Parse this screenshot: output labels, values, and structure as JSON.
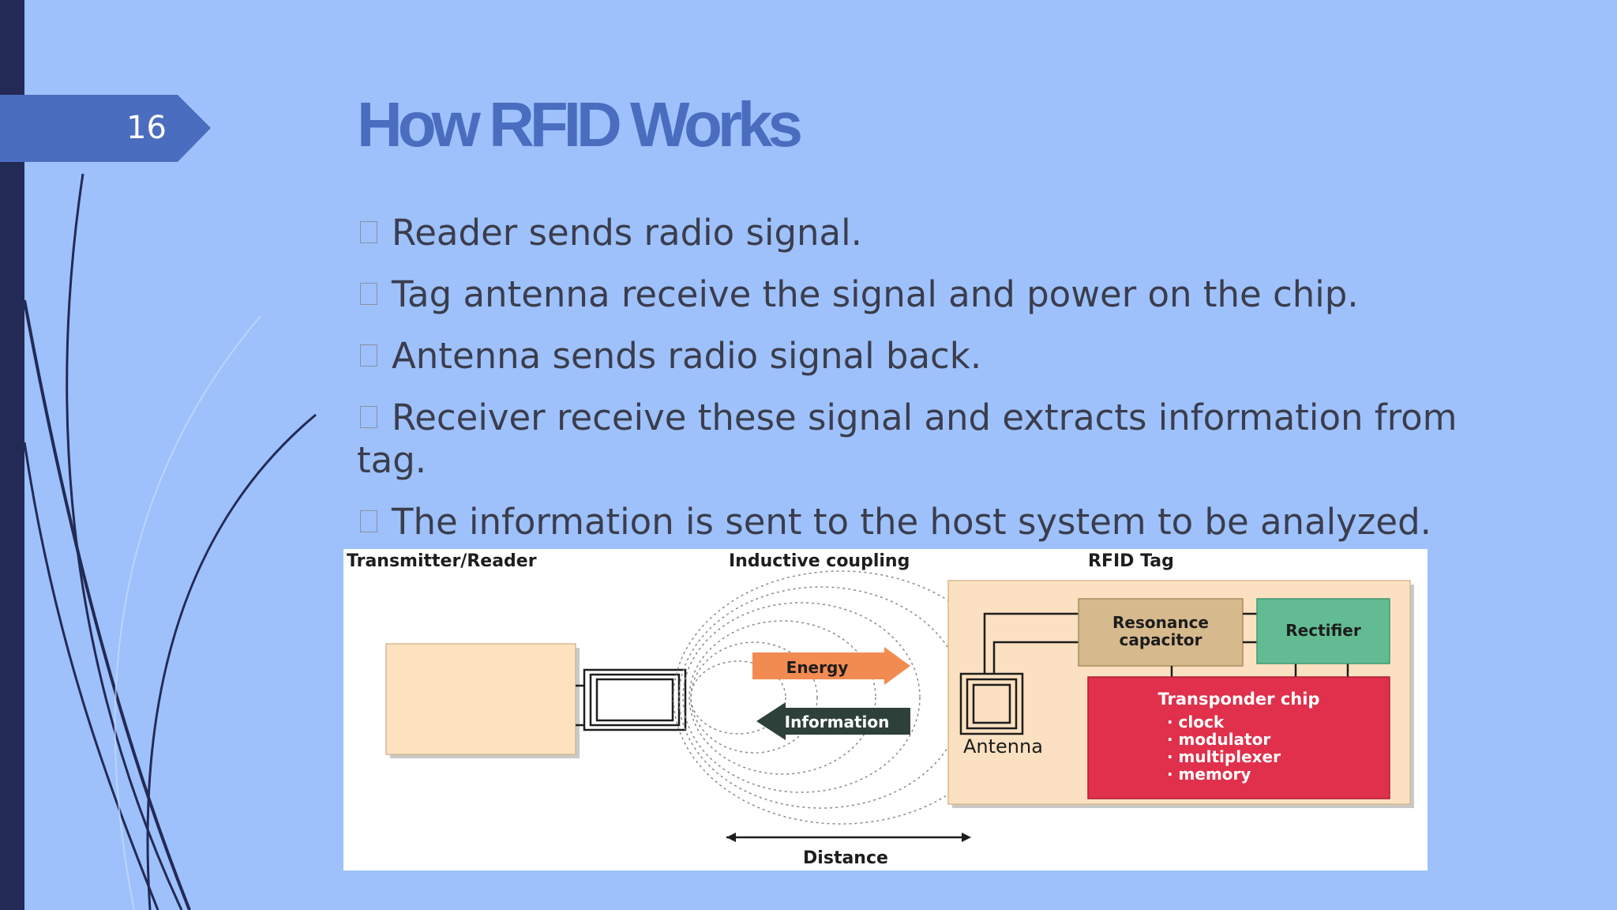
{
  "slide": {
    "number": "16",
    "title": "How RFID Works"
  },
  "bullets": [
    "Reader sends radio signal.",
    "Tag antenna receive the signal and power on the chip.",
    "Antenna sends radio signal back.",
    "Receiver receive these signal and extracts information from tag.",
    "The information is sent to the host system to be analyzed."
  ],
  "diagram": {
    "label_transmitter": "Transmitter/Reader",
    "label_coupling": "Inductive coupling",
    "label_tag": "RFID Tag",
    "energy_label": "Energy",
    "information_label": "Information",
    "antenna_label": "Antenna",
    "resonance_line1": "Resonance",
    "resonance_line2": "capacitor",
    "rectifier_label": "Rectifier",
    "chip_title": "Transponder chip",
    "chip_items": [
      "· clock",
      "· modulator",
      "· multiplexer",
      "· memory"
    ],
    "distance_label": "Distance"
  },
  "colors": {
    "background": "#9ec1fb",
    "left_bar": "#232a55",
    "title": "#4a6dbf",
    "number_tab": "#4a6dbf",
    "reader_box": "#fde2c0",
    "tag_box": "#fbe1c1",
    "resonance": "#d6b98c",
    "rectifier": "#62bb93",
    "chip": "#e0304b",
    "energy_arrow": "#f28b52",
    "info_arrow": "#2d4039"
  }
}
